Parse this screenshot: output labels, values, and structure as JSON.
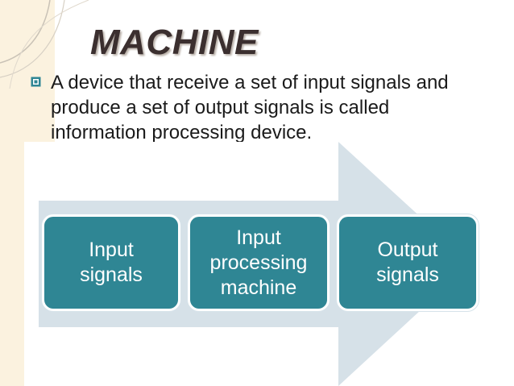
{
  "slide": {
    "title": "MACHINE",
    "bullet_text": "A device that receive a set of input signals and produce a set of output signals is called information processing device."
  },
  "diagram": {
    "steps": [
      {
        "label": "Input\nsignals"
      },
      {
        "label": "Input\nprocessing\nmachine"
      },
      {
        "label": "Output\nsignals"
      }
    ]
  },
  "colors": {
    "box_fill": "#2f8694",
    "arrow_fill": "#d6e1e8",
    "title_text": "#3b2f2f",
    "bullet_icon": "#2f8694"
  },
  "icons": {
    "bullet": "square-bullet-icon"
  }
}
